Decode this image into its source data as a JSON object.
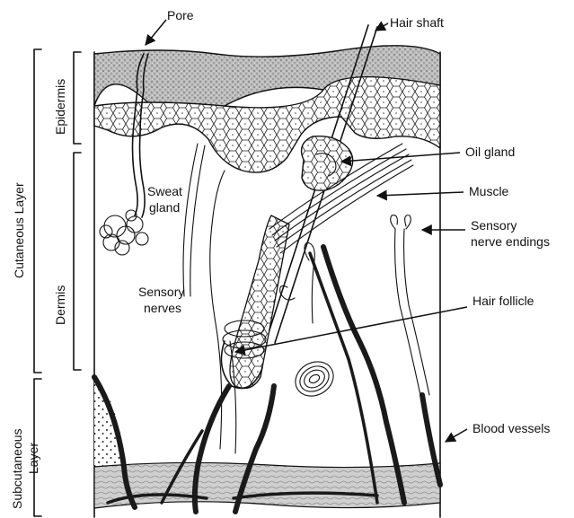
{
  "labels": {
    "pore": "Pore",
    "hair_shaft": "Hair shaft",
    "oil_gland": "Oil gland",
    "muscle": "Muscle",
    "sensory_nerve_endings_1": "Sensory",
    "sensory_nerve_endings_2": "nerve endings",
    "hair_follicle": "Hair follicle",
    "blood_vessels": "Blood vessels",
    "sweat_gland_1": "Sweat",
    "sweat_gland_2": "gland",
    "sensory_nerves_1": "Sensory",
    "sensory_nerves_2": "nerves"
  },
  "layers": {
    "epidermis": "Epidermis",
    "dermis": "Dermis",
    "cutaneous": "Cutaneous Layer",
    "subcutaneous_1": "Subcutaneous",
    "subcutaneous_2": "Layer"
  }
}
